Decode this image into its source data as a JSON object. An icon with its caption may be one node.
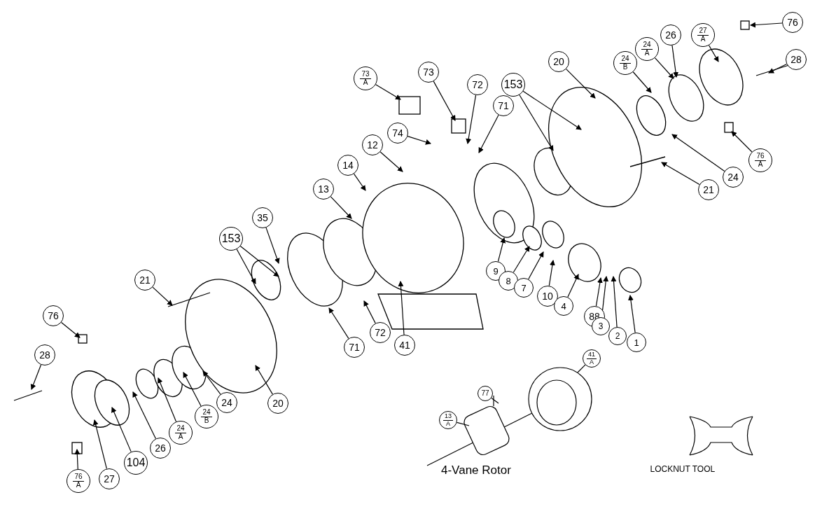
{
  "diagram": {
    "nodes": [
      {
        "text": [
          "73",
          "A"
        ]
      },
      {
        "text": [
          "73"
        ]
      },
      {
        "text": [
          "72"
        ]
      },
      {
        "text": [
          "71"
        ]
      },
      {
        "text": [
          "153"
        ]
      },
      {
        "text": [
          "20"
        ]
      },
      {
        "text": [
          "24",
          "B"
        ]
      },
      {
        "text": [
          "24",
          "A"
        ]
      },
      {
        "text": [
          "26"
        ]
      },
      {
        "text": [
          "27",
          "A"
        ]
      },
      {
        "text": [
          "76"
        ]
      },
      {
        "text": [
          "28"
        ]
      },
      {
        "text": [
          "76",
          "A"
        ]
      },
      {
        "text": [
          "24"
        ]
      },
      {
        "text": [
          "21"
        ]
      },
      {
        "text": [
          "74"
        ]
      },
      {
        "text": [
          "12"
        ]
      },
      {
        "text": [
          "14"
        ]
      },
      {
        "text": [
          "13"
        ]
      },
      {
        "text": [
          "35"
        ]
      },
      {
        "text": [
          "153"
        ]
      },
      {
        "text": [
          "21"
        ]
      },
      {
        "text": [
          "9"
        ]
      },
      {
        "text": [
          "8"
        ]
      },
      {
        "text": [
          "7"
        ]
      },
      {
        "text": [
          "10"
        ]
      },
      {
        "text": [
          "4"
        ]
      },
      {
        "text": [
          "88"
        ]
      },
      {
        "text": [
          "3"
        ]
      },
      {
        "text": [
          "2"
        ]
      },
      {
        "text": [
          "1"
        ]
      },
      {
        "text": [
          "41"
        ]
      },
      {
        "text": [
          "72"
        ]
      },
      {
        "text": [
          "71"
        ]
      },
      {
        "text": [
          "76"
        ]
      },
      {
        "text": [
          "28"
        ]
      },
      {
        "text": [
          "20"
        ]
      },
      {
        "text": [
          "24"
        ]
      },
      {
        "text": [
          "24",
          "B"
        ]
      },
      {
        "text": [
          "24",
          "A"
        ]
      },
      {
        "text": [
          "26"
        ]
      },
      {
        "text": [
          "104"
        ]
      },
      {
        "text": [
          "27"
        ]
      },
      {
        "text": [
          "76",
          "A"
        ]
      },
      {
        "text": [
          "77"
        ]
      },
      {
        "text": [
          "13",
          "A"
        ]
      },
      {
        "text": [
          "41",
          "A"
        ]
      }
    ],
    "edges": [
      {
        "from": 0,
        "to": null,
        "arrow": "to"
      },
      {
        "from": 1,
        "to": null,
        "arrow": "to"
      },
      {
        "from": 2,
        "to": null,
        "arrow": "to"
      },
      {
        "from": 3,
        "to": null,
        "arrow": "to"
      },
      {
        "from": 4,
        "to": null,
        "arrow": "to"
      },
      {
        "from": 4,
        "to": null,
        "arrow": "to"
      },
      {
        "from": 5,
        "to": null,
        "arrow": "to"
      },
      {
        "from": 6,
        "to": null,
        "arrow": "to"
      },
      {
        "from": 7,
        "to": null,
        "arrow": "to"
      },
      {
        "from": 8,
        "to": null,
        "arrow": "to"
      },
      {
        "from": 9,
        "to": null,
        "arrow": "to"
      },
      {
        "from": 10,
        "to": null,
        "arrow": "to"
      },
      {
        "from": 11,
        "to": null,
        "arrow": "to"
      },
      {
        "from": 12,
        "to": null,
        "arrow": "to"
      },
      {
        "from": 13,
        "to": null,
        "arrow": "to"
      },
      {
        "from": 14,
        "to": null,
        "arrow": "to"
      },
      {
        "from": 15,
        "to": null,
        "arrow": "to"
      },
      {
        "from": 16,
        "to": null,
        "arrow": "to"
      },
      {
        "from": 17,
        "to": null,
        "arrow": "to"
      },
      {
        "from": 18,
        "to": null,
        "arrow": "to"
      },
      {
        "from": 19,
        "to": null,
        "arrow": "to"
      },
      {
        "from": 20,
        "to": null,
        "arrow": "to"
      },
      {
        "from": 20,
        "to": null,
        "arrow": "to"
      },
      {
        "from": 21,
        "to": null,
        "arrow": "to"
      },
      {
        "from": 22,
        "to": null,
        "arrow": "to"
      },
      {
        "from": 23,
        "to": null,
        "arrow": "to"
      },
      {
        "from": 24,
        "to": null,
        "arrow": "to"
      },
      {
        "from": 25,
        "to": null,
        "arrow": "to"
      },
      {
        "from": 26,
        "to": null,
        "arrow": "to"
      },
      {
        "from": 27,
        "to": null,
        "arrow": "to"
      },
      {
        "from": 28,
        "to": null,
        "arrow": "to"
      },
      {
        "from": 29,
        "to": null,
        "arrow": "to"
      },
      {
        "from": 30,
        "to": null,
        "arrow": "to"
      },
      {
        "from": 31,
        "to": null,
        "arrow": "to"
      },
      {
        "from": 32,
        "to": null,
        "arrow": "to"
      },
      {
        "from": 33,
        "to": null,
        "arrow": "to"
      },
      {
        "from": 34,
        "to": null,
        "arrow": "to"
      },
      {
        "from": 35,
        "to": null,
        "arrow": "to"
      },
      {
        "from": 36,
        "to": null,
        "arrow": "to"
      },
      {
        "from": 37,
        "to": null,
        "arrow": "to"
      },
      {
        "from": 38,
        "to": null,
        "arrow": "to"
      },
      {
        "from": 39,
        "to": null,
        "arrow": "to"
      },
      {
        "from": 40,
        "to": null,
        "arrow": "to"
      },
      {
        "from": 41,
        "to": null,
        "arrow": "to"
      },
      {
        "from": 42,
        "to": null,
        "arrow": "to"
      },
      {
        "from": 43,
        "to": null,
        "arrow": "to"
      },
      {
        "from": 44,
        "to": null,
        "arrow": "none"
      },
      {
        "from": 45,
        "to": null,
        "arrow": "none"
      },
      {
        "from": 46,
        "to": null,
        "arrow": "none"
      }
    ],
    "labels": [
      "4-Vane Rotor",
      "LOCKNUT TOOL"
    ]
  }
}
